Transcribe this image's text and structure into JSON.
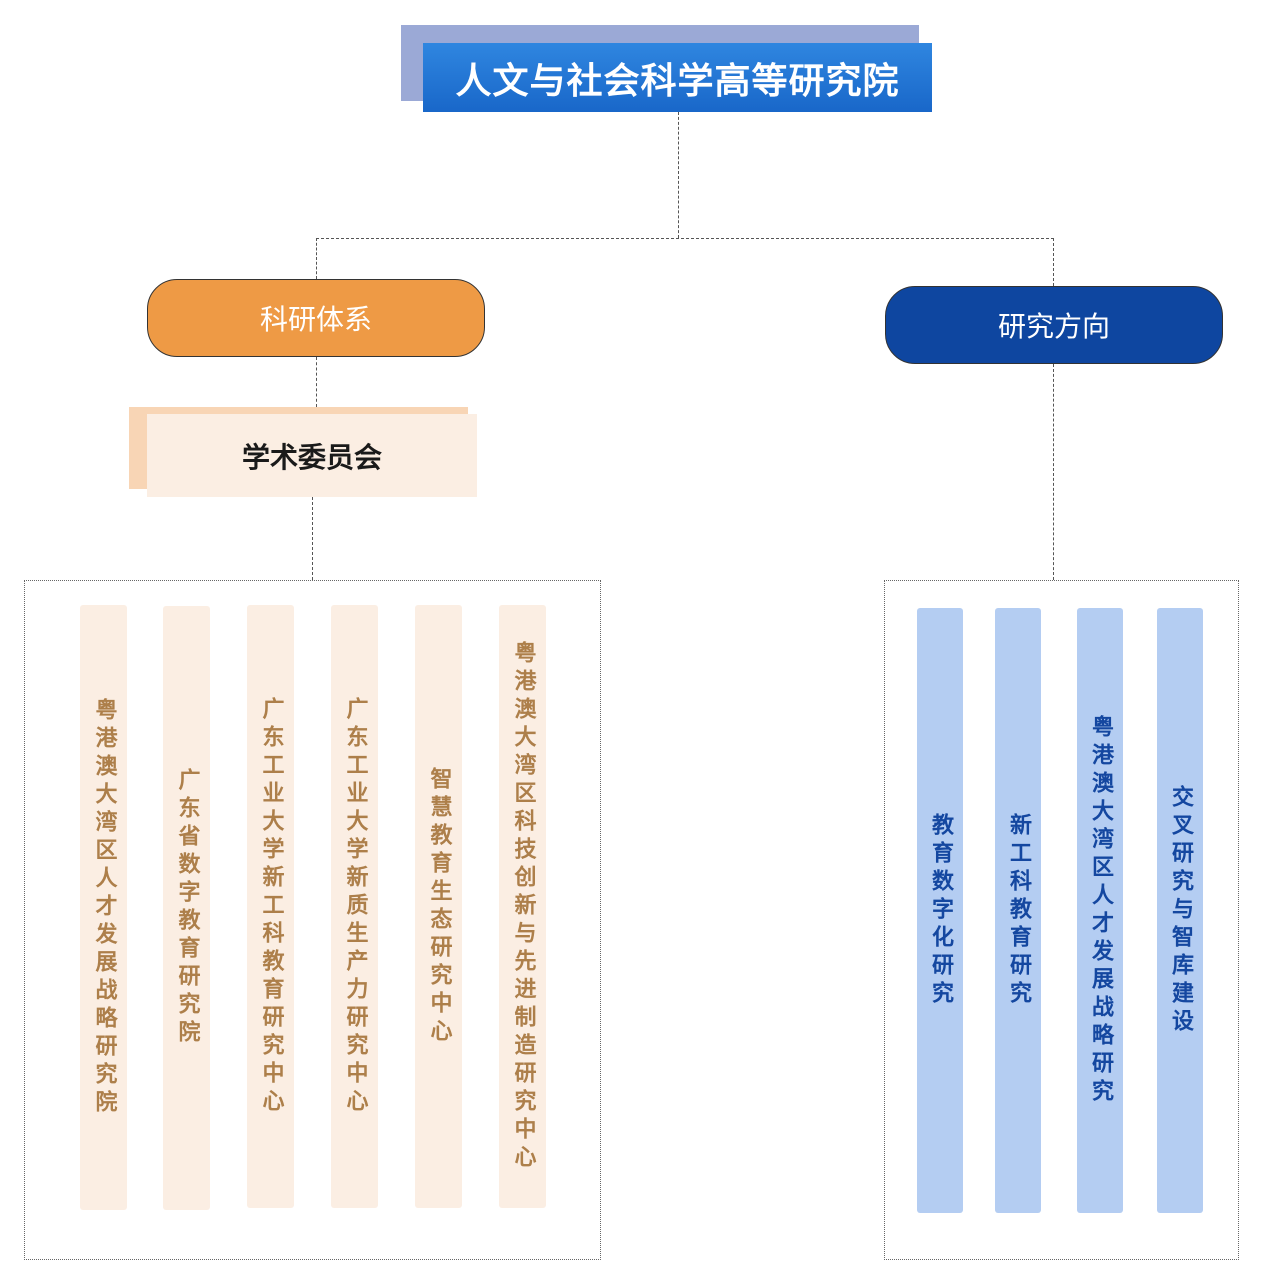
{
  "root": {
    "title": "人文与社会科学高等研究院"
  },
  "branches": {
    "left": {
      "label": "科研体系"
    },
    "right": {
      "label": "研究方向"
    }
  },
  "committee": {
    "label": "学术委员会"
  },
  "left_items": [
    "粤港澳大湾区人才发展战略研究院",
    "广东省数字教育研究院",
    "广东工业大学新工科教育研究中心",
    "广东工业大学新质生产力研究中心",
    "智慧教育生态研究中心",
    "粤港澳大湾区科技创新与先进制造研究中心"
  ],
  "right_items": [
    "教育数字化研究",
    "新工科教育研究",
    "粤港澳大湾区人才发展战略研究",
    "交叉研究与智库建设"
  ],
  "colors": {
    "title_blue": "#1967c9",
    "orange": "#ee9a45",
    "navy": "#0e46a0",
    "peach": "#fbeee3",
    "light_blue": "#b4cdf2",
    "brown_text": "#ad7f4a",
    "blue_text": "#1447a0"
  }
}
